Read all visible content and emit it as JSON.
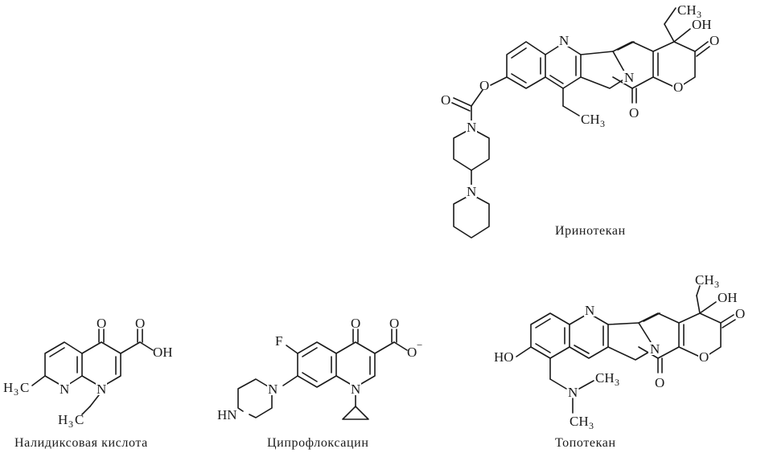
{
  "molecules": {
    "irinotecan": {
      "name": "Иринотекан",
      "atoms": {
        "n_ring": "N",
        "n_lactam": "N",
        "o_lactam": "O",
        "o_pyranone_ring": "O",
        "o_pyranone_carbonyl": "O",
        "oh": "OH",
        "ch3_top": "CH",
        "ch3_top_sub": "3",
        "ch3_ethyl": "CH",
        "ch3_ethyl_sub": "3",
        "o_ester": "O",
        "o_carbamate": "O",
        "n_piperidine": "N",
        "n_bipiperidine": "N"
      }
    },
    "nalidixic_acid": {
      "name": "Налидиксовая кислота",
      "atoms": {
        "o_keto": "O",
        "o_acid": "O",
        "oh": "OH",
        "n_ring_left": "N",
        "n_ring_right": "N",
        "h3c_left": "H",
        "h3c_left_sub": "3",
        "h3c_left_c": "C",
        "h3c_bottom": "H",
        "h3c_bottom_sub": "3",
        "h3c_bottom_c": "C"
      }
    },
    "ciprofloxacin": {
      "name": "Ципрофлоксацин",
      "atoms": {
        "f": "F",
        "o_keto": "O",
        "o_acid": "O",
        "o_anion": "O",
        "charge": "−",
        "n_ring": "N",
        "n_piperazine": "N",
        "hn": "HN"
      }
    },
    "topotecan": {
      "name": "Топотекан",
      "atoms": {
        "ch3_top": "CH",
        "ch3_top_sub": "3",
        "oh": "OH",
        "n_ring": "N",
        "n_lactam": "N",
        "o_lactam": "O",
        "o_pyranone_ring": "O",
        "o_pyranone_carbonyl": "O",
        "ho": "HO",
        "n_amine": "N",
        "ch3_a": "CH",
        "ch3_a_sub": "3",
        "ch3_b": "CH",
        "ch3_b_sub": "3"
      }
    }
  }
}
